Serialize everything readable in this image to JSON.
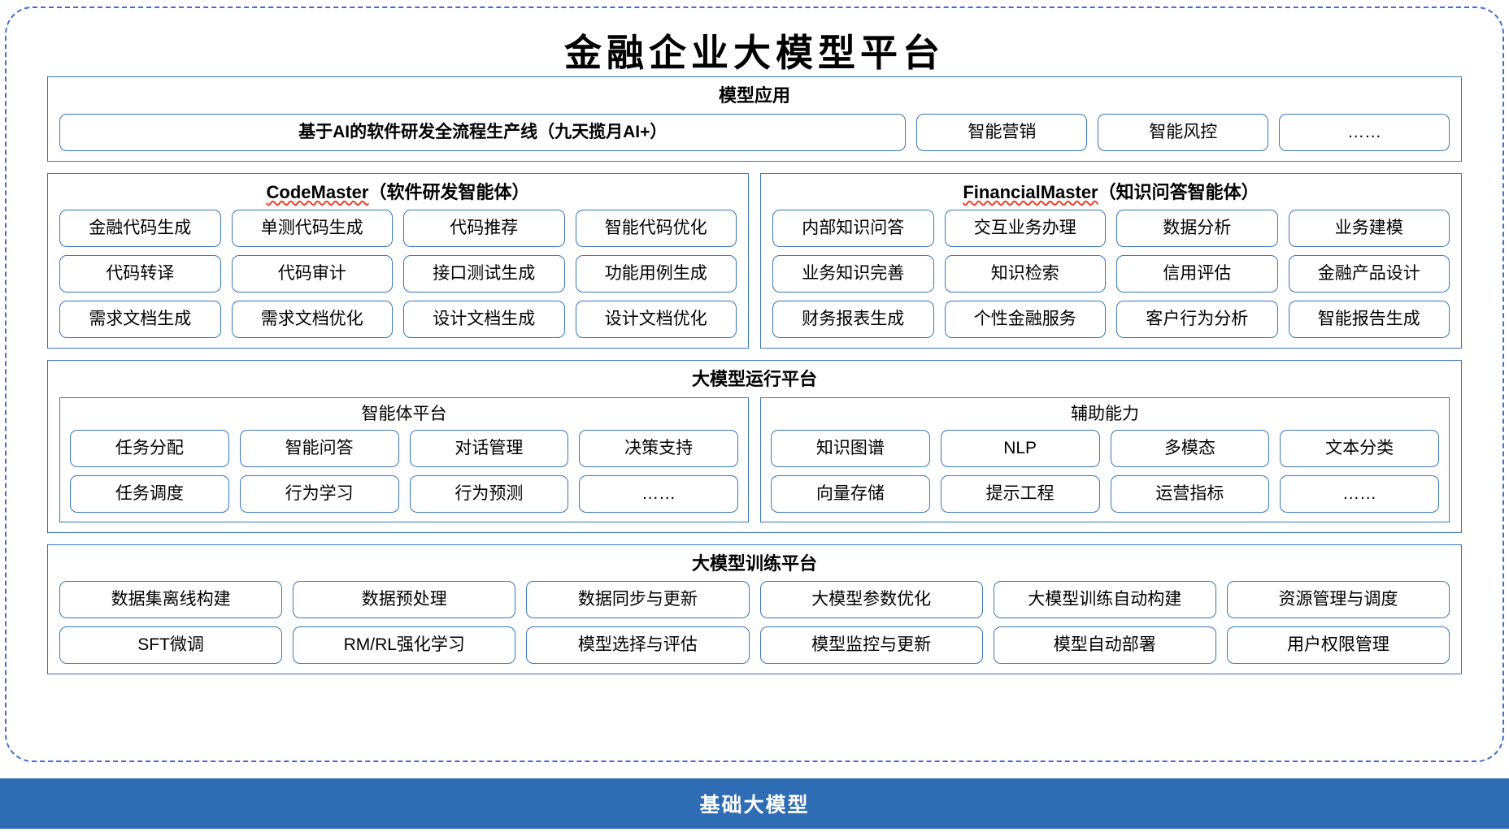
{
  "diagram": {
    "title": "金融企业大模型平台",
    "accent_blue": "#2E6DB4",
    "border_blue": "#3777BC",
    "dashed_border_blue": "#3B6FD4",
    "spellcheck_red": "#E8402A"
  },
  "model_application": {
    "title": "模型应用",
    "primary_item": "基于AI的软件研发全流程生产线（九天揽月AI+）",
    "items": [
      "智能营销",
      "智能风控",
      "……"
    ]
  },
  "code_master": {
    "name": "CodeMaster",
    "suffix": "（软件研发智能体）",
    "rows": [
      [
        "金融代码生成",
        "单测代码生成",
        "代码推荐",
        "智能代码优化"
      ],
      [
        "代码转译",
        "代码审计",
        "接口测试生成",
        "功能用例生成"
      ],
      [
        "需求文档生成",
        "需求文档优化",
        "设计文档生成",
        "设计文档优化"
      ]
    ]
  },
  "financial_master": {
    "name": "FinancialMaster",
    "suffix": "（知识问答智能体）",
    "rows": [
      [
        "内部知识问答",
        "交互业务办理",
        "数据分析",
        "业务建模"
      ],
      [
        "业务知识完善",
        "知识检索",
        "信用评估",
        "金融产品设计"
      ],
      [
        "财务报表生成",
        "个性金融服务",
        "客户行为分析",
        "智能报告生成"
      ]
    ]
  },
  "runtime_platform": {
    "title": "大模型运行平台",
    "agent_platform": {
      "title": "智能体平台",
      "rows": [
        [
          "任务分配",
          "智能问答",
          "对话管理",
          "决策支持"
        ],
        [
          "任务调度",
          "行为学习",
          "行为预测",
          "……"
        ]
      ]
    },
    "support_capability": {
      "title": "辅助能力",
      "rows": [
        [
          "知识图谱",
          "NLP",
          "多模态",
          "文本分类"
        ],
        [
          "向量存储",
          "提示工程",
          "运营指标",
          "……"
        ]
      ]
    }
  },
  "training_platform": {
    "title": "大模型训练平台",
    "rows": [
      [
        "数据集离线构建",
        "数据预处理",
        "数据同步与更新",
        "大模型参数优化",
        "大模型训练自动构建",
        "资源管理与调度"
      ],
      [
        "SFT微调",
        "RM/RL强化学习",
        "模型选择与评估",
        "模型监控与更新",
        "模型自动部署",
        "用户权限管理"
      ]
    ]
  },
  "foundation": {
    "label": "基础大模型"
  }
}
